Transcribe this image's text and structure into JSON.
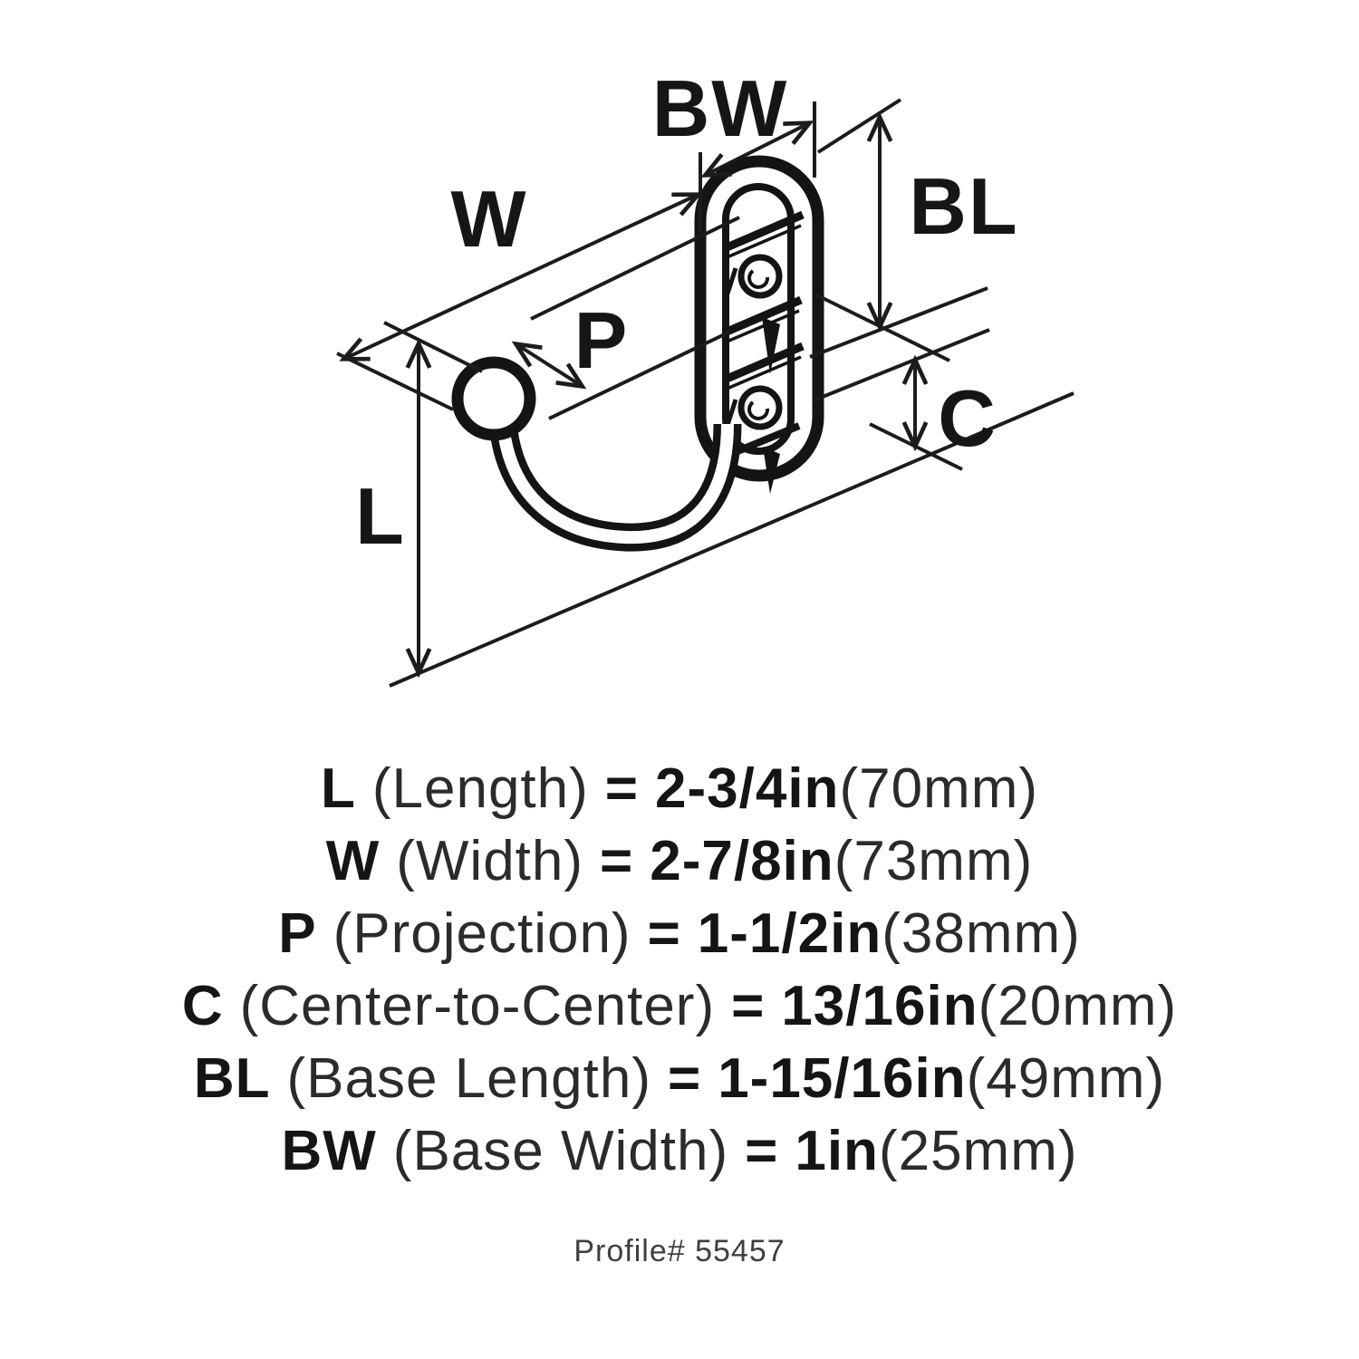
{
  "diagram": {
    "labels": {
      "bw": "BW",
      "w": "W",
      "p": "P",
      "bl": "BL",
      "c": "C",
      "l": "L"
    }
  },
  "specs": [
    {
      "code": "L",
      "name": "(Length)",
      "eq": "=",
      "value": "2-3/4in",
      "metric": "(70mm)"
    },
    {
      "code": "W",
      "name": "(Width)",
      "eq": "=",
      "value": "2-7/8in",
      "metric": "(73mm)"
    },
    {
      "code": "P",
      "name": "(Projection)",
      "eq": "=",
      "value": "1-1/2in",
      "metric": "(38mm)"
    },
    {
      "code": "C",
      "name": "(Center-to-Center)",
      "eq": "=",
      "value": "13/16in",
      "metric": "(20mm)"
    },
    {
      "code": "BL",
      "name": "(Base Length)",
      "eq": "=",
      "value": "1-15/16in",
      "metric": "(49mm)"
    },
    {
      "code": "BW",
      "name": "(Base Width)",
      "eq": "=",
      "value": "1in",
      "metric": "(25mm)"
    }
  ],
  "footer": {
    "profile_label": "Profile# 55457"
  },
  "colors": {
    "ink": "#1c1c1c"
  }
}
